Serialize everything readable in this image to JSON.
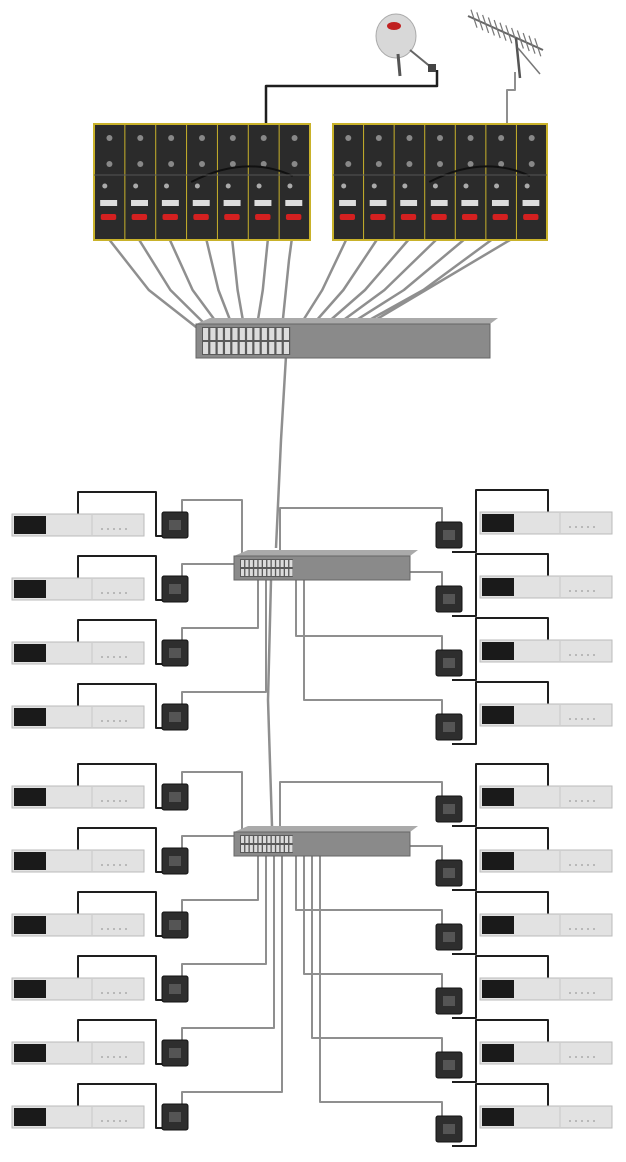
{
  "diagram": {
    "sources": [
      {
        "id": "satellite-dish",
        "icon": "satellite-dish-icon"
      },
      {
        "id": "terrestrial-antenna",
        "icon": "antenna-icon"
      }
    ],
    "headend_racks": [
      {
        "id": "rack-left",
        "modules": 7
      },
      {
        "id": "rack-right",
        "modules": 7
      }
    ],
    "core_switch": {
      "id": "core-switch",
      "ports": 24
    },
    "distribution_switches": [
      {
        "id": "switch-1",
        "ports": 24,
        "left_clients": 4,
        "right_clients": 4
      },
      {
        "id": "switch-2",
        "ports": 24,
        "left_clients": 6,
        "right_clients": 6
      }
    ],
    "client_devices": [
      "set-top-box",
      "network-adapter"
    ],
    "colors": {
      "rack": "#2b2b2b",
      "rack_border": "#c9b22a",
      "module_button": "#d42020",
      "switch_body": "#8a8a8a",
      "switch_front": "#5a5a5a",
      "cable_gray": "#8f8f8f",
      "cable_dark": "#1e1e1e",
      "stb_body": "#e2e2e2",
      "stb_display": "#1a1a1a",
      "adapter": "#2e2e2e"
    }
  }
}
